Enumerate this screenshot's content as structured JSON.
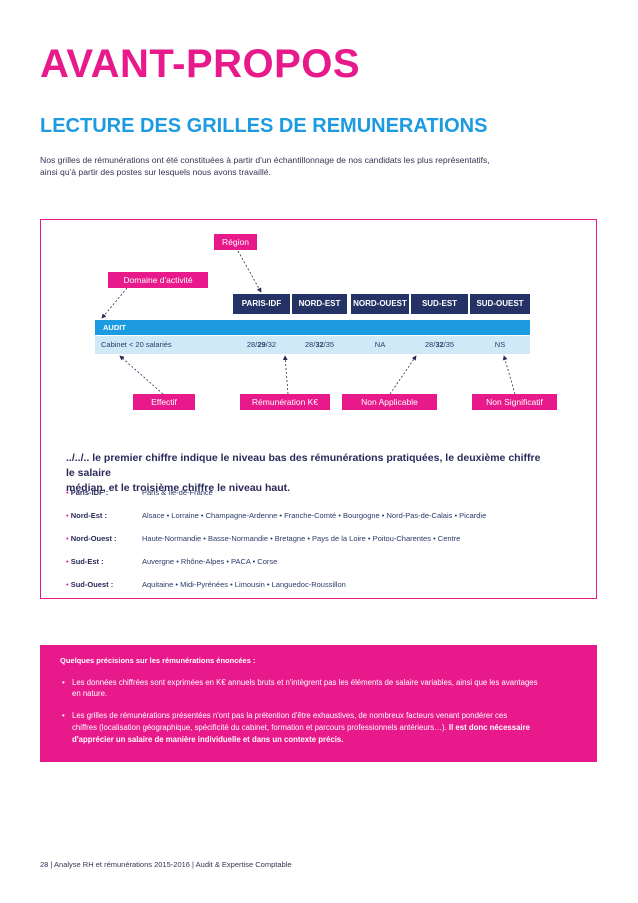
{
  "page": {
    "title": "AVANT-PROPOS",
    "subtitle": "LECTURE DES GRILLES DE REMUNERATIONS",
    "intro_lines": [
      "Nos grilles de rémunérations ont été constituées à partir d'un échantillonnage de nos candidats les plus représentatifs,",
      "ainsi qu'à partir des postes sur lesquels nous avons travaillé."
    ]
  },
  "diagram": {
    "labels": {
      "region": "Région",
      "domaine": "Domaine d'activité",
      "effectif": "Effectif",
      "remuneration": "Rémunération K€",
      "non_applicable": "Non Applicable",
      "non_significatif": "Non Significatif"
    },
    "region_headers": [
      "PARIS-IDF",
      "NORD-EST",
      "NORD-OUEST",
      "SUD-EST",
      "SUD-OUEST"
    ],
    "section": "AUDIT",
    "row_label": "Cabinet < 20 salariés",
    "cells": [
      {
        "low": "28/",
        "mid": "29",
        "high": "/32"
      },
      {
        "low": "28/",
        "mid": "32",
        "high": "/35"
      },
      {
        "low": "",
        "mid": "",
        "high": "NA"
      },
      {
        "low": "28/",
        "mid": "32",
        "high": "/35"
      },
      {
        "low": "",
        "mid": "",
        "high": "NS"
      }
    ],
    "colors": {
      "accent": "#e8198b",
      "header": "#253266",
      "bar": "#1d9be0",
      "row": "#cfe9f7"
    }
  },
  "legend": {
    "heading_line1": "../../.. le premier chiffre indique le niveau bas des rémunérations pratiquées, le deuxième chiffre le salaire",
    "heading_line2": "médian, et le troisième chiffre le niveau haut.",
    "regions": [
      {
        "name": "Paris-IDF :",
        "desc": "Paris & Ile-de-France"
      },
      {
        "name": "Nord-Est :",
        "desc": "Alsace • Lorraine • Champagne-Ardenne • Franche-Comté • Bourgogne • Nord-Pas-de-Calais • Picardie"
      },
      {
        "name": "Nord-Ouest :",
        "desc": "Haute-Normandie • Basse-Normandie • Bretagne • Pays de la Loire • Poitou-Charentes • Centre"
      },
      {
        "name": "Sud-Est :",
        "desc": "Auvergne • Rhône-Alpes • PACA • Corse"
      },
      {
        "name": "Sud-Ouest :",
        "desc": "Aquitaine • Midi-Pyrénées • Limousin • Languedoc-Roussillon"
      }
    ]
  },
  "notes": {
    "title": "Quelques précisions sur les rémunérations énoncées :",
    "bullet1_line1": "Les données chiffrées sont exprimées en K€ annuels bruts et n'intègrent pas les éléments de salaire variables, ainsi que les avantages",
    "bullet1_line2": "en nature.",
    "bullet2_line1": "Les grilles de rémunérations présentées n'ont pas la prétention d'être exhaustives, de nombreux facteurs venant pondérer ces",
    "bullet2_line2": "chiffres (localisation géographique, spécificité du cabinet, formation et parcours professionnels antérieurs…).",
    "bullet2_line2_bold": " Il est donc nécessaire",
    "bullet2_line3": "d'apprécier un salaire de manière individuelle et dans un contexte précis."
  },
  "footer": "28 | Analyse RH et rémunérations 2015-2016 | Audit & Expertise Comptable"
}
